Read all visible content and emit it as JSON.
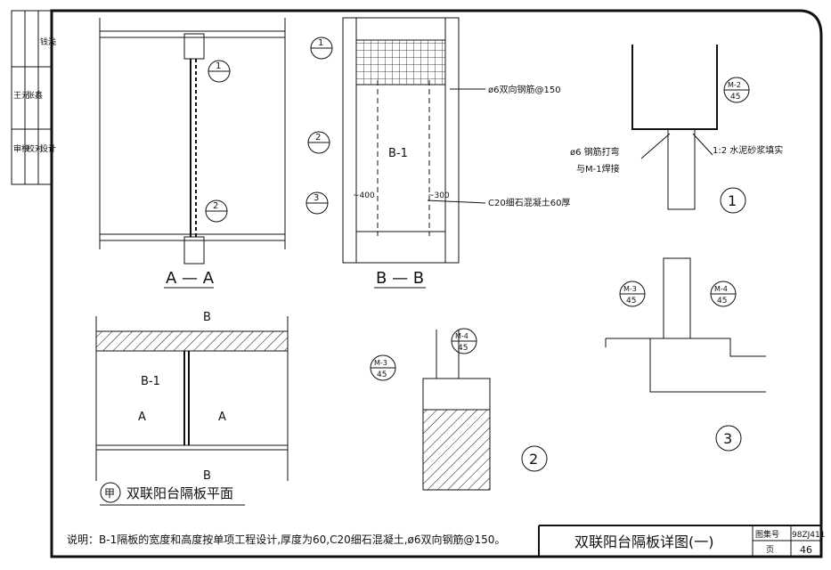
{
  "sheet": {
    "title": "双联阳台隔板详图(一)",
    "atlas_label": "图集号",
    "atlas_no": "98ZJ411",
    "page_label": "页",
    "page_no": "46",
    "note": "说明：B-1隔板的宽度和高度按单项工程设计,厚度为60,C20细石混凝土,ø6双向钢筋@150。"
  },
  "signature_block": {
    "rows": [
      "审核",
      "校对",
      "设计"
    ],
    "names": [
      "王元",
      "张鑫",
      "钱浅"
    ]
  },
  "views": {
    "aa_title": "A — A",
    "bb_title": "B — B",
    "plan_marker": "甲",
    "plan_title": "双联阳台隔板平面",
    "plan_b1": "B-1",
    "plan_a": "A",
    "plan_b": "B",
    "bb_b1": "B-1",
    "dim_400": "~400",
    "dim_300": "~300",
    "rebar_note": "ø6双向钢筋@150",
    "concrete_note": "C20细石混凝土60厚",
    "detail1_note1": "ø6 钢筋打弯",
    "detail1_note2": "与M-1焊接",
    "detail1_note3": "1:2 水泥砂浆填实"
  },
  "callouts": {
    "c1": "1",
    "c2": "2",
    "c3": "3",
    "m2": "M-2",
    "m3": "M-3",
    "m4": "M-4",
    "sheet45": "45"
  }
}
